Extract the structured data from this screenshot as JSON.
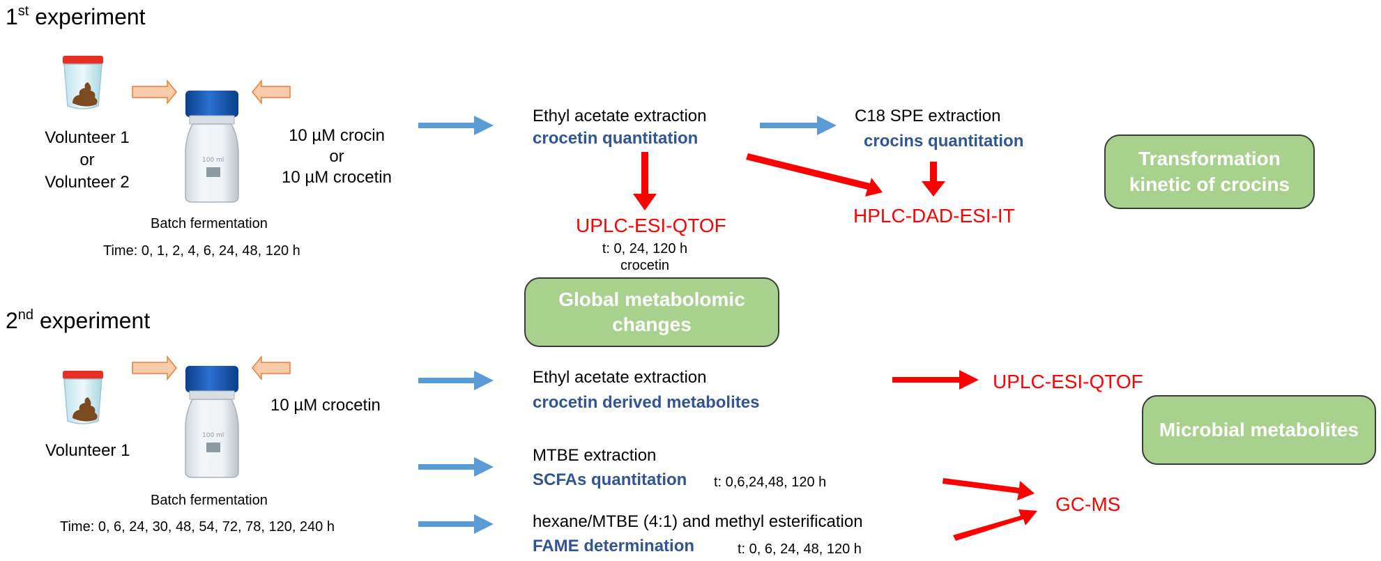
{
  "exp1": {
    "heading_main": "1",
    "heading_sup": "st",
    "heading_rest": " experiment",
    "volunteer": [
      "Volunteer 1",
      "or",
      "Volunteer 2"
    ],
    "treatment": [
      "10 µM crocin",
      "or",
      "10 µM crocetin"
    ],
    "batch_label": "Batch fermentation",
    "time_label": "Time: 0, 1, 2, 4, 6, 24, 48, 120 h",
    "ethyl_title": "Ethyl acetate extraction",
    "ethyl_sub": "crocetin quantitation",
    "c18_title": "C18 SPE extraction",
    "c18_sub": "crocins quantitation",
    "uplc_label": "UPLC-ESI-QTOF",
    "uplc_note": [
      "t: 0, 24, 120 h",
      "crocetin"
    ],
    "hplc_label": "HPLC-DAD-ESI-IT",
    "box_transformation": [
      "Transformation",
      "kinetic of crocins"
    ],
    "box_global": [
      "Global  metabolomic",
      "changes"
    ]
  },
  "exp2": {
    "heading_main": "2",
    "heading_sup": "nd",
    "heading_rest": " experiment",
    "volunteer": "Volunteer 1",
    "treatment": "10 µM crocetin",
    "batch_label": "Batch fermentation",
    "time_label": "Time: 0, 6, 24, 30, 48, 54, 72, 78, 120, 240 h",
    "ethyl_title": "Ethyl acetate extraction",
    "ethyl_sub": "crocetin derived metabolites",
    "uplc_label": "UPLC-ESI-QTOF",
    "mtbe_title": "MTBE extraction",
    "mtbe_sub": "SCFAs quantitation",
    "mtbe_time": "t: 0,6,24,48,  120 h",
    "hexane_title": "hexane/MTBE (4:1) and  methyl esterification",
    "hexane_sub": "FAME determination",
    "hexane_time": "t: 0, 6, 24, 48, 120 h",
    "gcms_label": "GC-MS",
    "box_microbial": "Microbial  metabolites"
  },
  "colors": {
    "blue_text": "#2F5597",
    "red": "#FF0000",
    "blue_arrow": "#5B9BD5",
    "orange_arrow": "#F4B183",
    "box_fill": "#A9D18E"
  }
}
